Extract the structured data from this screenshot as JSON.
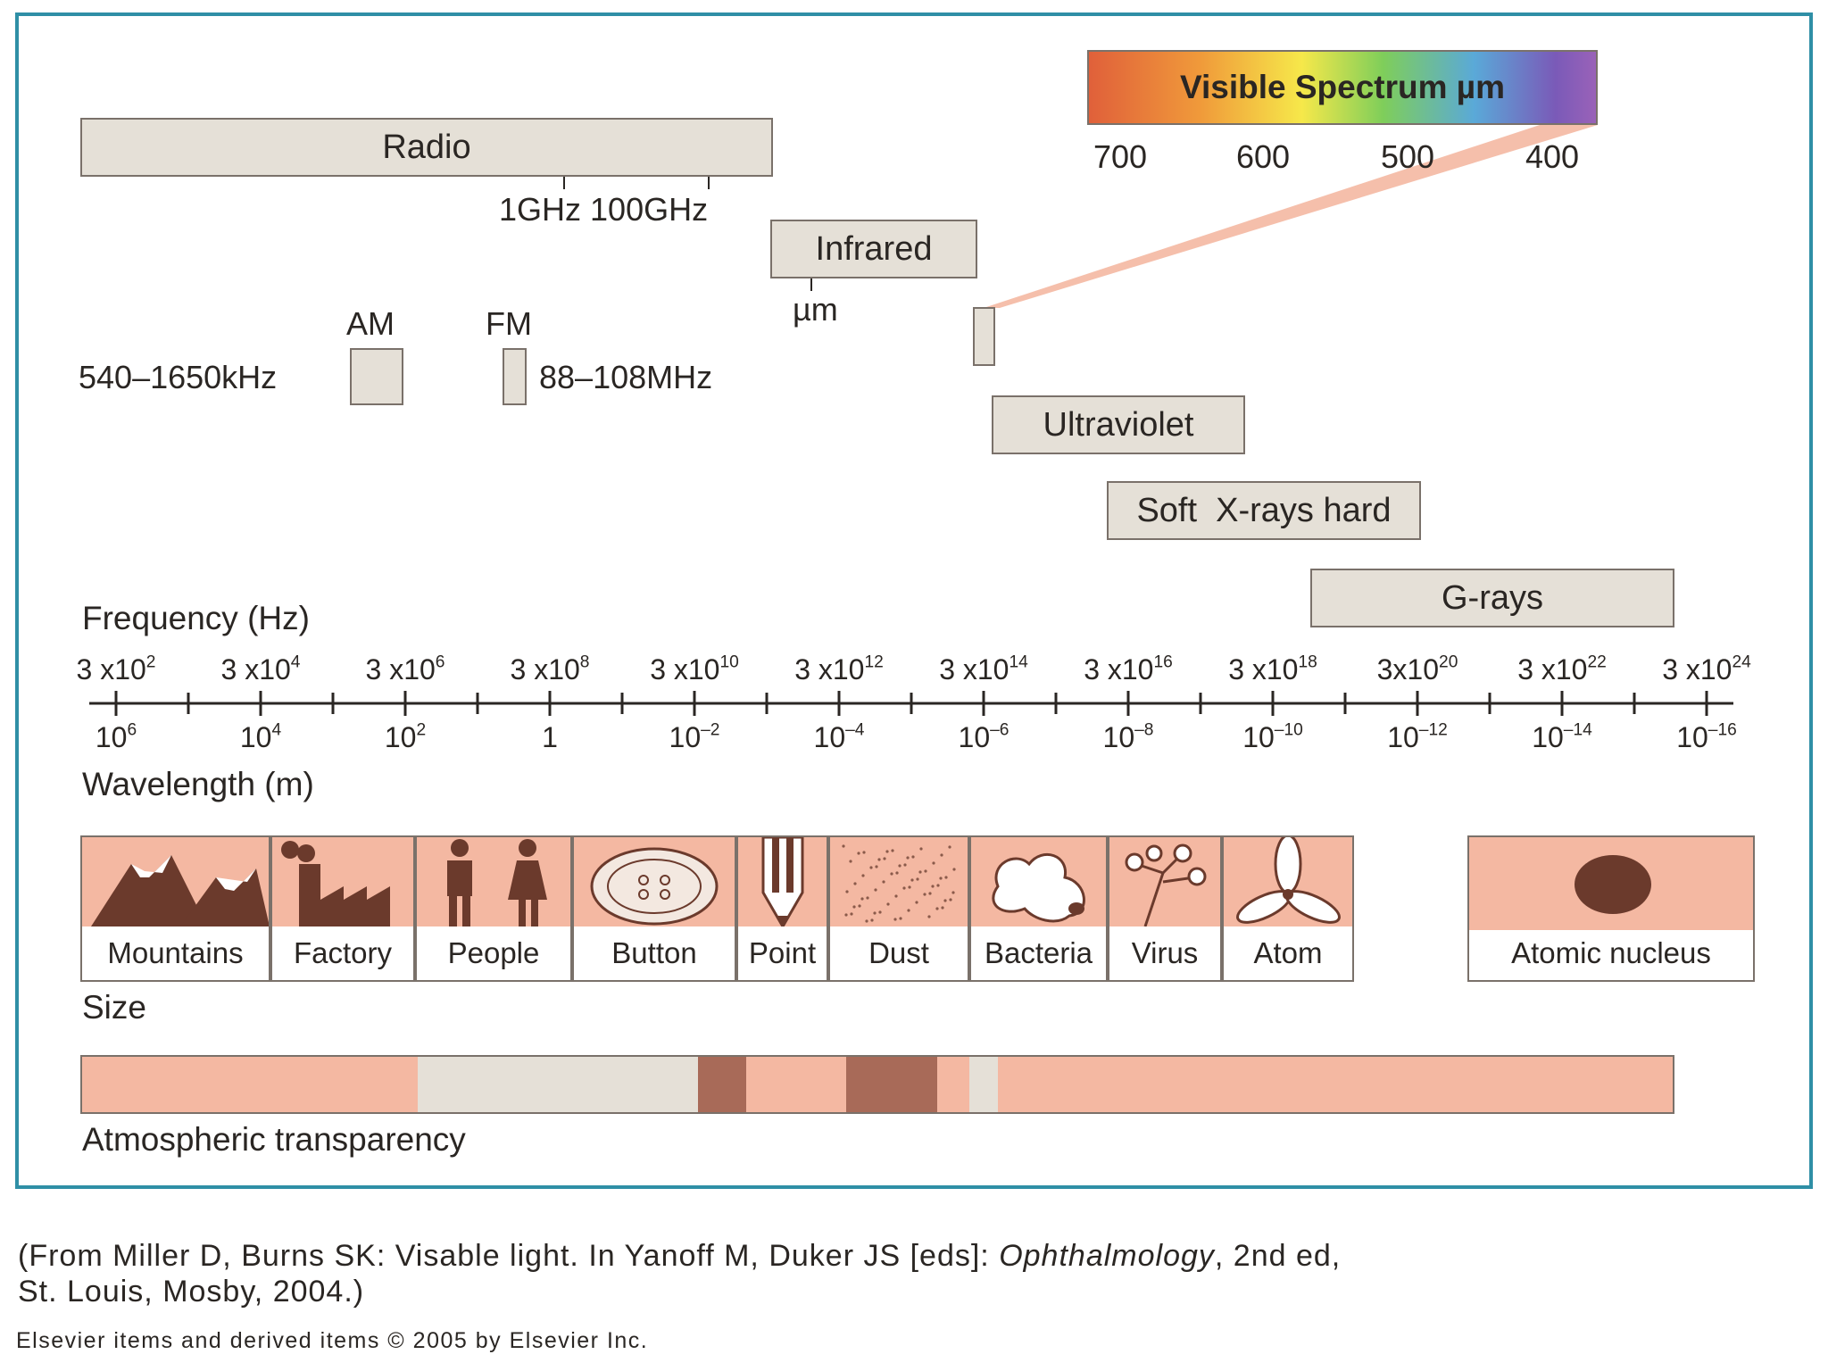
{
  "bands": {
    "radio": "Radio",
    "radio_ticks": "1GHz 100GHz",
    "infrared": "Infrared",
    "infrared_unit": "µm",
    "ultraviolet": "Ultraviolet",
    "xrays": "Soft  X-rays hard",
    "grays": "G-rays"
  },
  "broadcast": {
    "am_label": "AM",
    "am_range": "540–1650kHz",
    "fm_label": "FM",
    "fm_range": "88–108MHz"
  },
  "visible": {
    "title": "Visible Spectrum µm",
    "ticks": [
      "700",
      "600",
      "500",
      "400"
    ]
  },
  "scale": {
    "frequency_label": "Frequency (Hz)",
    "wavelength_label": "Wavelength (m)",
    "freq_ticks": [
      {
        "base": "3 x10",
        "exp": "2"
      },
      {
        "base": "3 x10",
        "exp": "4"
      },
      {
        "base": "3 x10",
        "exp": "6"
      },
      {
        "base": "3 x10",
        "exp": "8"
      },
      {
        "base": "3 x10",
        "exp": "10"
      },
      {
        "base": "3 x10",
        "exp": "12"
      },
      {
        "base": "3 x10",
        "exp": "14"
      },
      {
        "base": "3 x10",
        "exp": "16"
      },
      {
        "base": "3 x10",
        "exp": "18"
      },
      {
        "base": "3x10",
        "exp": "20"
      },
      {
        "base": "3 x10",
        "exp": "22"
      },
      {
        "base": "3 x10",
        "exp": "24"
      }
    ],
    "wave_ticks": [
      {
        "base": "10",
        "exp": "6"
      },
      {
        "base": "10",
        "exp": "4"
      },
      {
        "base": "10",
        "exp": "2"
      },
      {
        "base": "1",
        "exp": ""
      },
      {
        "base": "10",
        "exp": "–2"
      },
      {
        "base": "10",
        "exp": "–4"
      },
      {
        "base": "10",
        "exp": "–6"
      },
      {
        "base": "10",
        "exp": "–8"
      },
      {
        "base": "10",
        "exp": "–10"
      },
      {
        "base": "10",
        "exp": "–12"
      },
      {
        "base": "10",
        "exp": "–14"
      },
      {
        "base": "10",
        "exp": "–16"
      }
    ]
  },
  "size": {
    "label": "Size",
    "items": [
      "Mountains",
      "Factory",
      "People",
      "Button",
      "Point",
      "Dust",
      "Bacteria",
      "Virus",
      "Atom"
    ],
    "nucleus": "Atomic nucleus"
  },
  "atmosphere": {
    "label": "Atmospheric transparency"
  },
  "citation": {
    "line1_pre": "(From Miller D, Burns SK: Visable light. In Yanoff M,  Duker JS [eds]: ",
    "line1_italic": "Ophthalmology",
    "line1_post": ", 2nd ed,",
    "line2": "St. Louis, Mosby, 2004.)",
    "copyright": "Elsevier items and derived items © 2005 by Elsevier Inc."
  },
  "colors": {
    "salmon": "#f4b8a2",
    "beige": "#e5e0d7",
    "brown": "#6b3a2c",
    "mid_brown": "#a86a58",
    "frame": "#2f8fa6"
  }
}
